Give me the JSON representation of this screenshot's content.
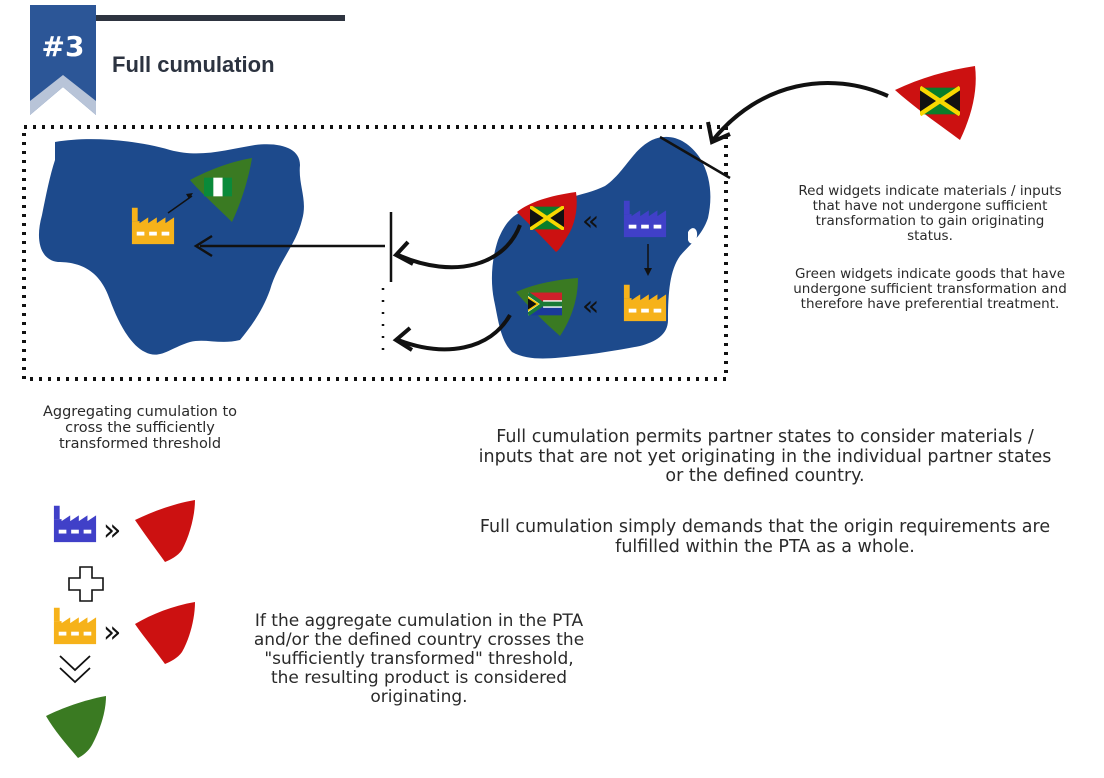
{
  "section": {
    "number": "#3",
    "title": "Full cumulation"
  },
  "legend": {
    "red_text": "Red widgets indicate materials / inputs that have not undergone sufficient transformation to gain originating status.",
    "green_text": "Green widgets indicate goods that have undergone sufficient transformation and therefore have preferential treatment."
  },
  "aggregating_text": "Aggregating cumulation to cross the sufficiently transformed threshold",
  "full_cumulation": {
    "paragraph1": "Full cumulation permits partner states to consider materials / inputs that are not yet originating in the individual partner states or the defined country.",
    "paragraph2": "Full cumulation simply demands that the origin requirements are fulfilled within the PTA as a whole."
  },
  "result_text": "If the aggregate cumulation in the PTA and/or the defined country crosses the \"sufficiently transformed\" threshold, the resulting product is considered originating.",
  "colors": {
    "map_blue": "#1d4a8c",
    "red_widget": "#cc1111",
    "green_widget": "#3a7a22",
    "factory_orange": "#f6b21a",
    "factory_blue": "#4040c8",
    "badge_blue": "#2c5697"
  },
  "icons": [
    "factory-icon",
    "jamaica-flag-icon",
    "nigeria-flag-icon",
    "south-africa-flag-icon",
    "plus-icon",
    "chevron-down-icon"
  ]
}
